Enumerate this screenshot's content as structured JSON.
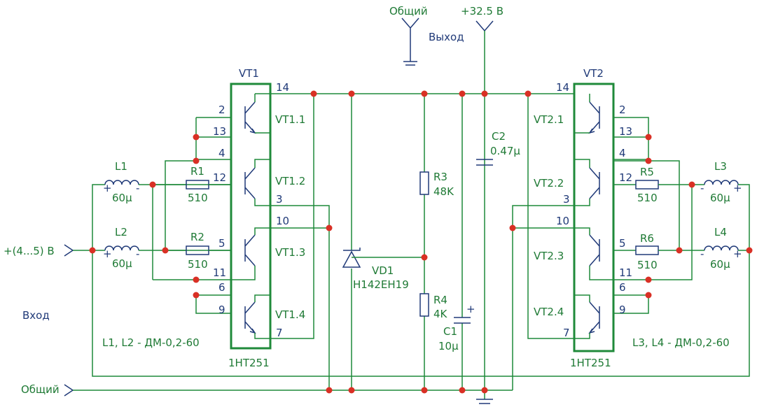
{
  "terminals": {
    "common_top": "Общий",
    "power": "+32.5 В",
    "output": "Выход",
    "input_voltage": "+(4...5) В",
    "input": "Вход",
    "common_bottom": "Общий"
  },
  "chips": {
    "vt1": {
      "name": "VT1",
      "part": "1НТ251",
      "sections": [
        "VT1.1",
        "VT1.2",
        "VT1.3",
        "VT1.4"
      ],
      "pins": [
        "14",
        "2",
        "13",
        "4",
        "12",
        "3",
        "10",
        "5",
        "11",
        "6",
        "9",
        "7"
      ]
    },
    "vt2": {
      "name": "VT2",
      "part": "1НТ251",
      "sections": [
        "VT2.1",
        "VT2.2",
        "VT2.3",
        "VT2.4"
      ],
      "pins": [
        "14",
        "2",
        "13",
        "4",
        "12",
        "3",
        "10",
        "5",
        "11",
        "6",
        "9",
        "7"
      ]
    }
  },
  "components": {
    "l1": {
      "ref": "L1",
      "value": "60μ"
    },
    "l2": {
      "ref": "L2",
      "value": "60μ"
    },
    "l3": {
      "ref": "L3",
      "value": "60μ"
    },
    "l4": {
      "ref": "L4",
      "value": "60μ"
    },
    "r1": {
      "ref": "R1",
      "value": "510"
    },
    "r2": {
      "ref": "R2",
      "value": "510"
    },
    "r5": {
      "ref": "R5",
      "value": "510"
    },
    "r6": {
      "ref": "R6",
      "value": "510"
    },
    "r3": {
      "ref": "R3",
      "value": "48K"
    },
    "r4": {
      "ref": "R4",
      "value": "4K"
    },
    "c1": {
      "ref": "C1",
      "value": "10μ",
      "polarity": "+"
    },
    "c2": {
      "ref": "C2",
      "value": "0.47μ"
    },
    "vd1": {
      "ref": "VD1",
      "part": "Н142ЕН19"
    }
  },
  "notes": {
    "left": "L1, L2 - ДМ-0,2-60",
    "right": "L3, L4 - ДМ-0,2-60"
  },
  "inductor_marks": {
    "plus": "+",
    "minus": "-"
  },
  "colors": {
    "wire": "#1f8a3a",
    "label": "#1f7a35",
    "terminal": "#203a78",
    "junction": "#d93025"
  }
}
